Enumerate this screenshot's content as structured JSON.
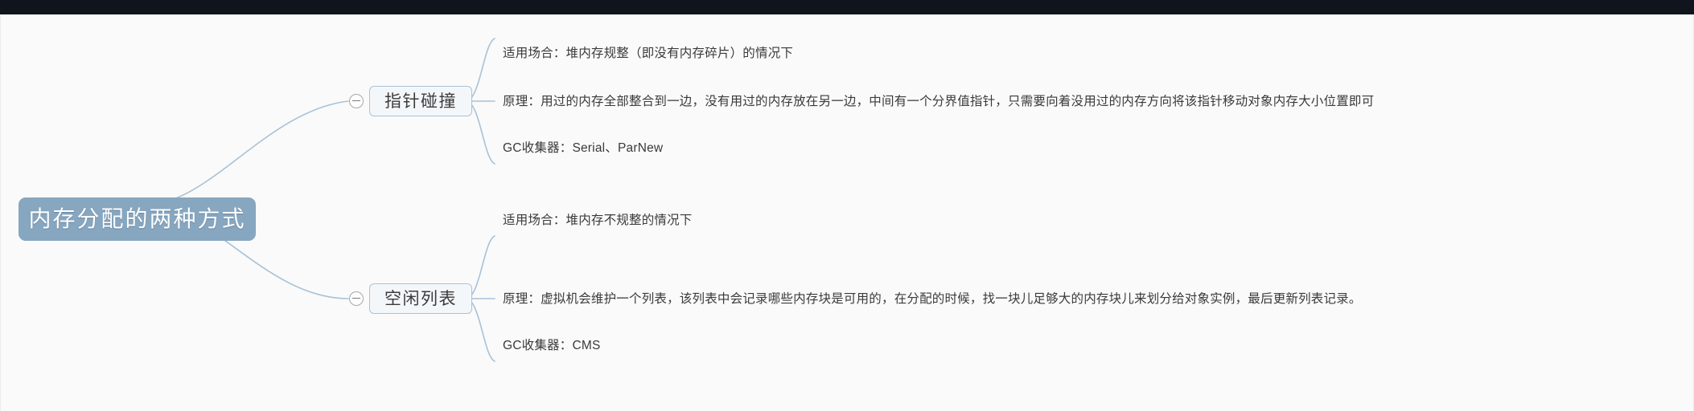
{
  "window": {
    "topbar_color": "#10141d",
    "canvas_bg": "#fafafa"
  },
  "mindmap": {
    "root": {
      "label": "内存分配的两种方式",
      "color": "#87a6c0"
    },
    "branches": [
      {
        "label": "指针碰撞",
        "toggle_icon": "collapse-minus-icon",
        "leaves": [
          "适用场合：堆内存规整（即没有内存碎片）的情况下",
          "原理：用过的内存全部整合到一边，没有用过的内存放在另一边，中间有一个分界值指针，只需要向着没用过的内存方向将该指针移动对象内存大小位置即可",
          "GC收集器：Serial、ParNew"
        ]
      },
      {
        "label": "空闲列表",
        "toggle_icon": "collapse-minus-icon",
        "leaves": [
          "适用场合：堆内存不规整的情况下",
          "原理：虚拟机会维护一个列表，该列表中会记录哪些内存块是可用的，在分配的时候，找一块儿足够大的内存块儿来划分给对象实例，最后更新列表记录。",
          "GC收集器：CMS"
        ]
      }
    ],
    "edge_color": "#a7c2d8"
  }
}
